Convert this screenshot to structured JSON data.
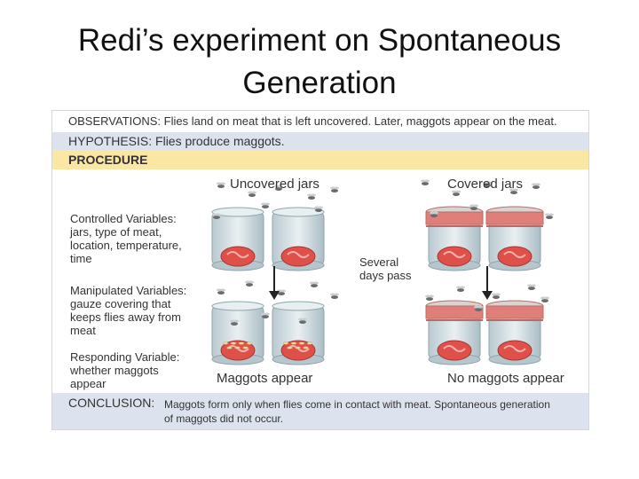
{
  "title": "Redi’s experiment on Spontaneous Generation",
  "observations": {
    "key": "OBSERVATIONS:",
    "text": "Flies land on meat that is left uncovered.  Later, maggots appear on the meat."
  },
  "hypothesis": {
    "key": "HYPOTHESIS:",
    "text": "Flies produce maggots."
  },
  "procedure": "PROCEDURE",
  "variables": {
    "controlled": {
      "label": "Controlled Variables:",
      "lines": [
        "jars, type of meat,",
        "location, temperature,",
        "time"
      ]
    },
    "manipulated": {
      "label": "Manipulated Variables:",
      "lines": [
        "gauze covering that",
        "keeps flies away from",
        "meat"
      ]
    },
    "responding": {
      "label": "Responding Variable:",
      "lines": [
        "whether maggots",
        "appear"
      ]
    }
  },
  "columns": {
    "uncovered": "Uncovered jars",
    "covered": "Covered jars",
    "uncovered_result": "Maggots appear",
    "covered_result": "No maggots appear"
  },
  "days_pass": [
    "Several",
    "days pass"
  ],
  "conclusion": {
    "key": "CONCLUSION:",
    "lines": [
      "Maggots form only when flies come in contact with meat. Spontaneous generation",
      "of maggots did not occur."
    ]
  },
  "colors": {
    "hypothesis_band": "#dde3ee",
    "procedure_band": "#fbe7a4",
    "meat": "#e0504a",
    "gauze": "#e07f79",
    "maggots": "#f1d9a0"
  }
}
